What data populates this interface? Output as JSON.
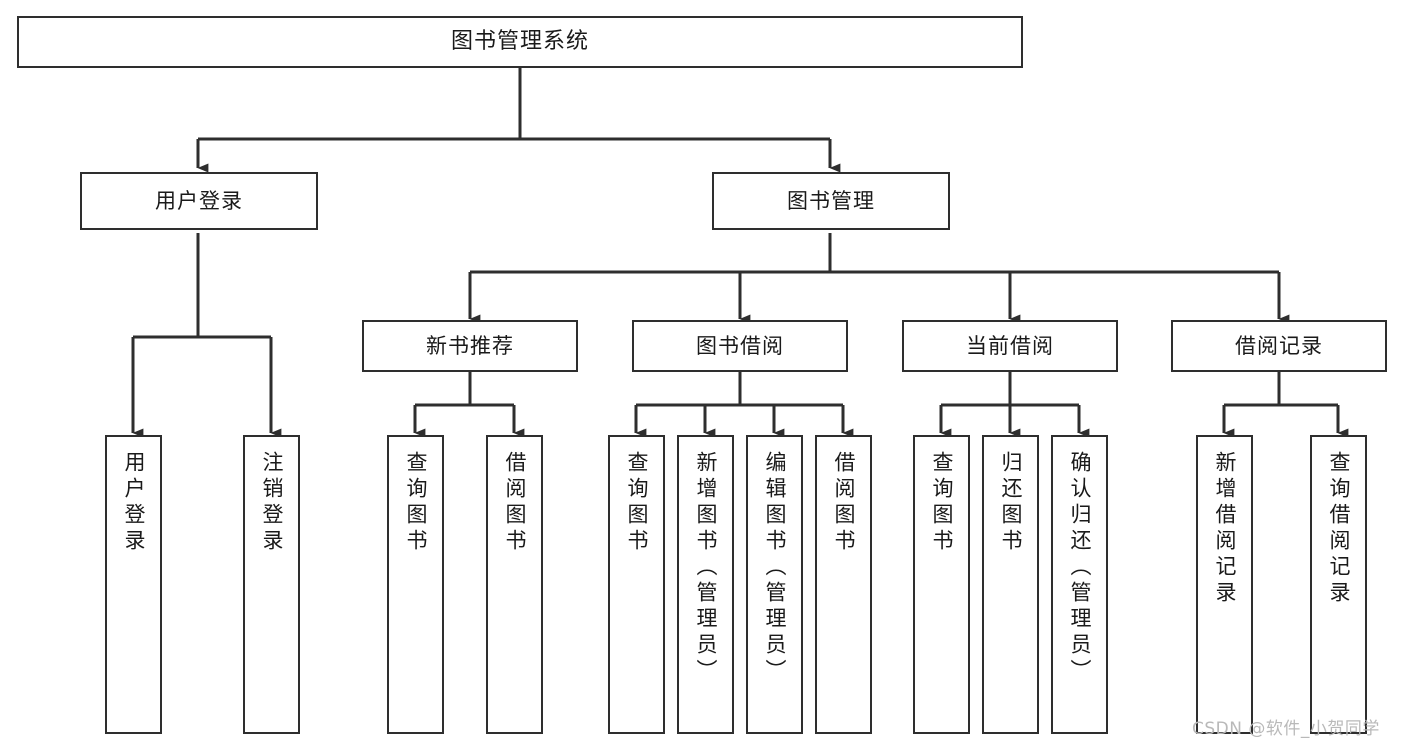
{
  "diagram": {
    "title": "图书管理系统",
    "type": "tree-hierarchy-chart",
    "orientation": "top-down",
    "colors": {
      "box_border": "#2e2e2e",
      "box_fill": "#ffffff",
      "connector": "#2e2e2e",
      "text": "#1a1a1a",
      "watermark": "#b9b9b9"
    },
    "root": {
      "label": "图书管理系统"
    },
    "level1": [
      {
        "label": "用户登录"
      },
      {
        "label": "图书管理"
      }
    ],
    "level2": [
      {
        "label": "新书推荐"
      },
      {
        "label": "图书借阅"
      },
      {
        "label": "当前借阅"
      },
      {
        "label": "借阅记录"
      }
    ],
    "leaves": {
      "user_login": [
        {
          "label": "用户登录"
        },
        {
          "label": "注销登录"
        }
      ],
      "new_book_recommend": [
        {
          "label": "查询图书"
        },
        {
          "label": "借阅图书"
        }
      ],
      "book_borrow": [
        {
          "label": "查询图书"
        },
        {
          "label": "新增图书（管理员）"
        },
        {
          "label": "编辑图书（管理员）"
        },
        {
          "label": "借阅图书"
        }
      ],
      "current_borrow": [
        {
          "label": "查询图书"
        },
        {
          "label": "归还图书"
        },
        {
          "label": "确认归还（管理员）"
        }
      ],
      "borrow_record": [
        {
          "label": "新增借阅记录"
        },
        {
          "label": "查询借阅记录"
        }
      ]
    }
  },
  "watermark": {
    "text": "CSDN @软件_小贺同学"
  }
}
